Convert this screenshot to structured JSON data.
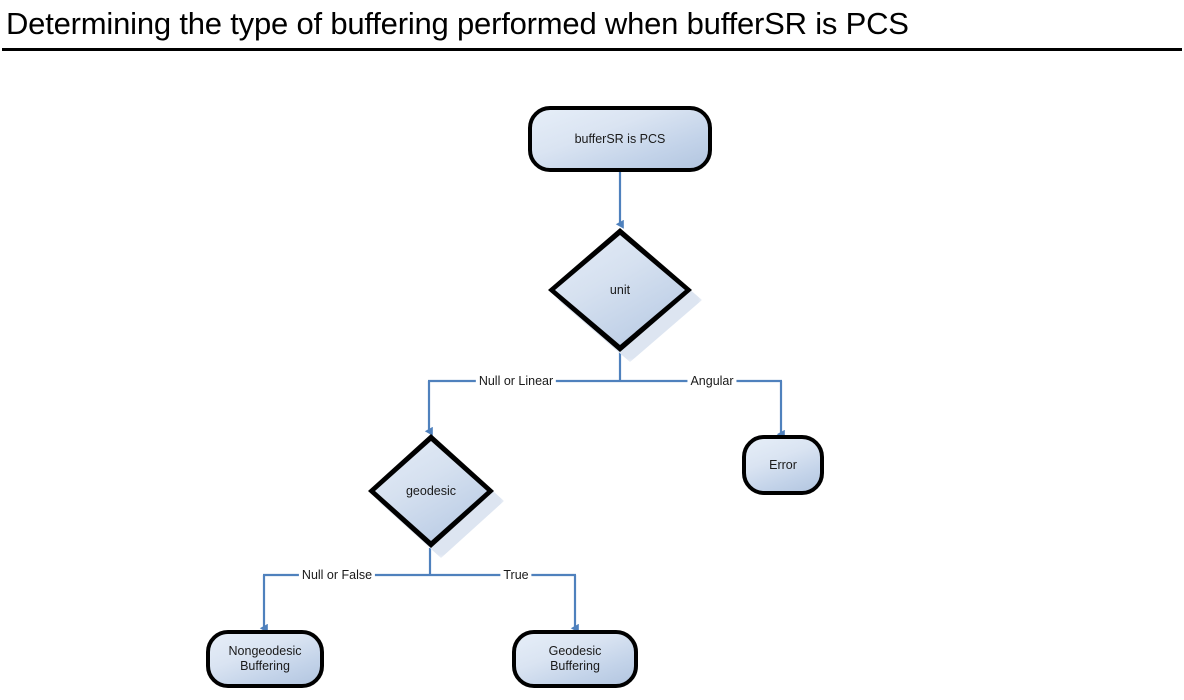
{
  "title": "Determining the type of buffering performed when bufferSR is PCS",
  "colors": {
    "connector": "#4f81bd",
    "node_border": "#000000",
    "node_fill_top": "#e6eef8",
    "node_fill_bottom": "#b3c6e0",
    "shadow": "#dbe4f0",
    "text": "#1a1a1a",
    "background": "#ffffff"
  },
  "flowchart": {
    "nodes": {
      "start": {
        "label": "bufferSR is PCS",
        "shape": "stadium"
      },
      "unit": {
        "label": "unit",
        "shape": "diamond"
      },
      "error": {
        "label": "Error",
        "shape": "stadium"
      },
      "geodesic": {
        "label": "geodesic",
        "shape": "diamond"
      },
      "nongeodesic_buffering": {
        "label_line1": "Nongeodesic",
        "label_line2": "Buffering",
        "shape": "stadium"
      },
      "geodesic_buffering": {
        "label": "Geodesic Buffering",
        "shape": "stadium"
      }
    },
    "edge_labels": {
      "null_or_linear": "Null or Linear",
      "angular": "Angular",
      "null_or_false": "Null or False",
      "true": "True"
    }
  }
}
